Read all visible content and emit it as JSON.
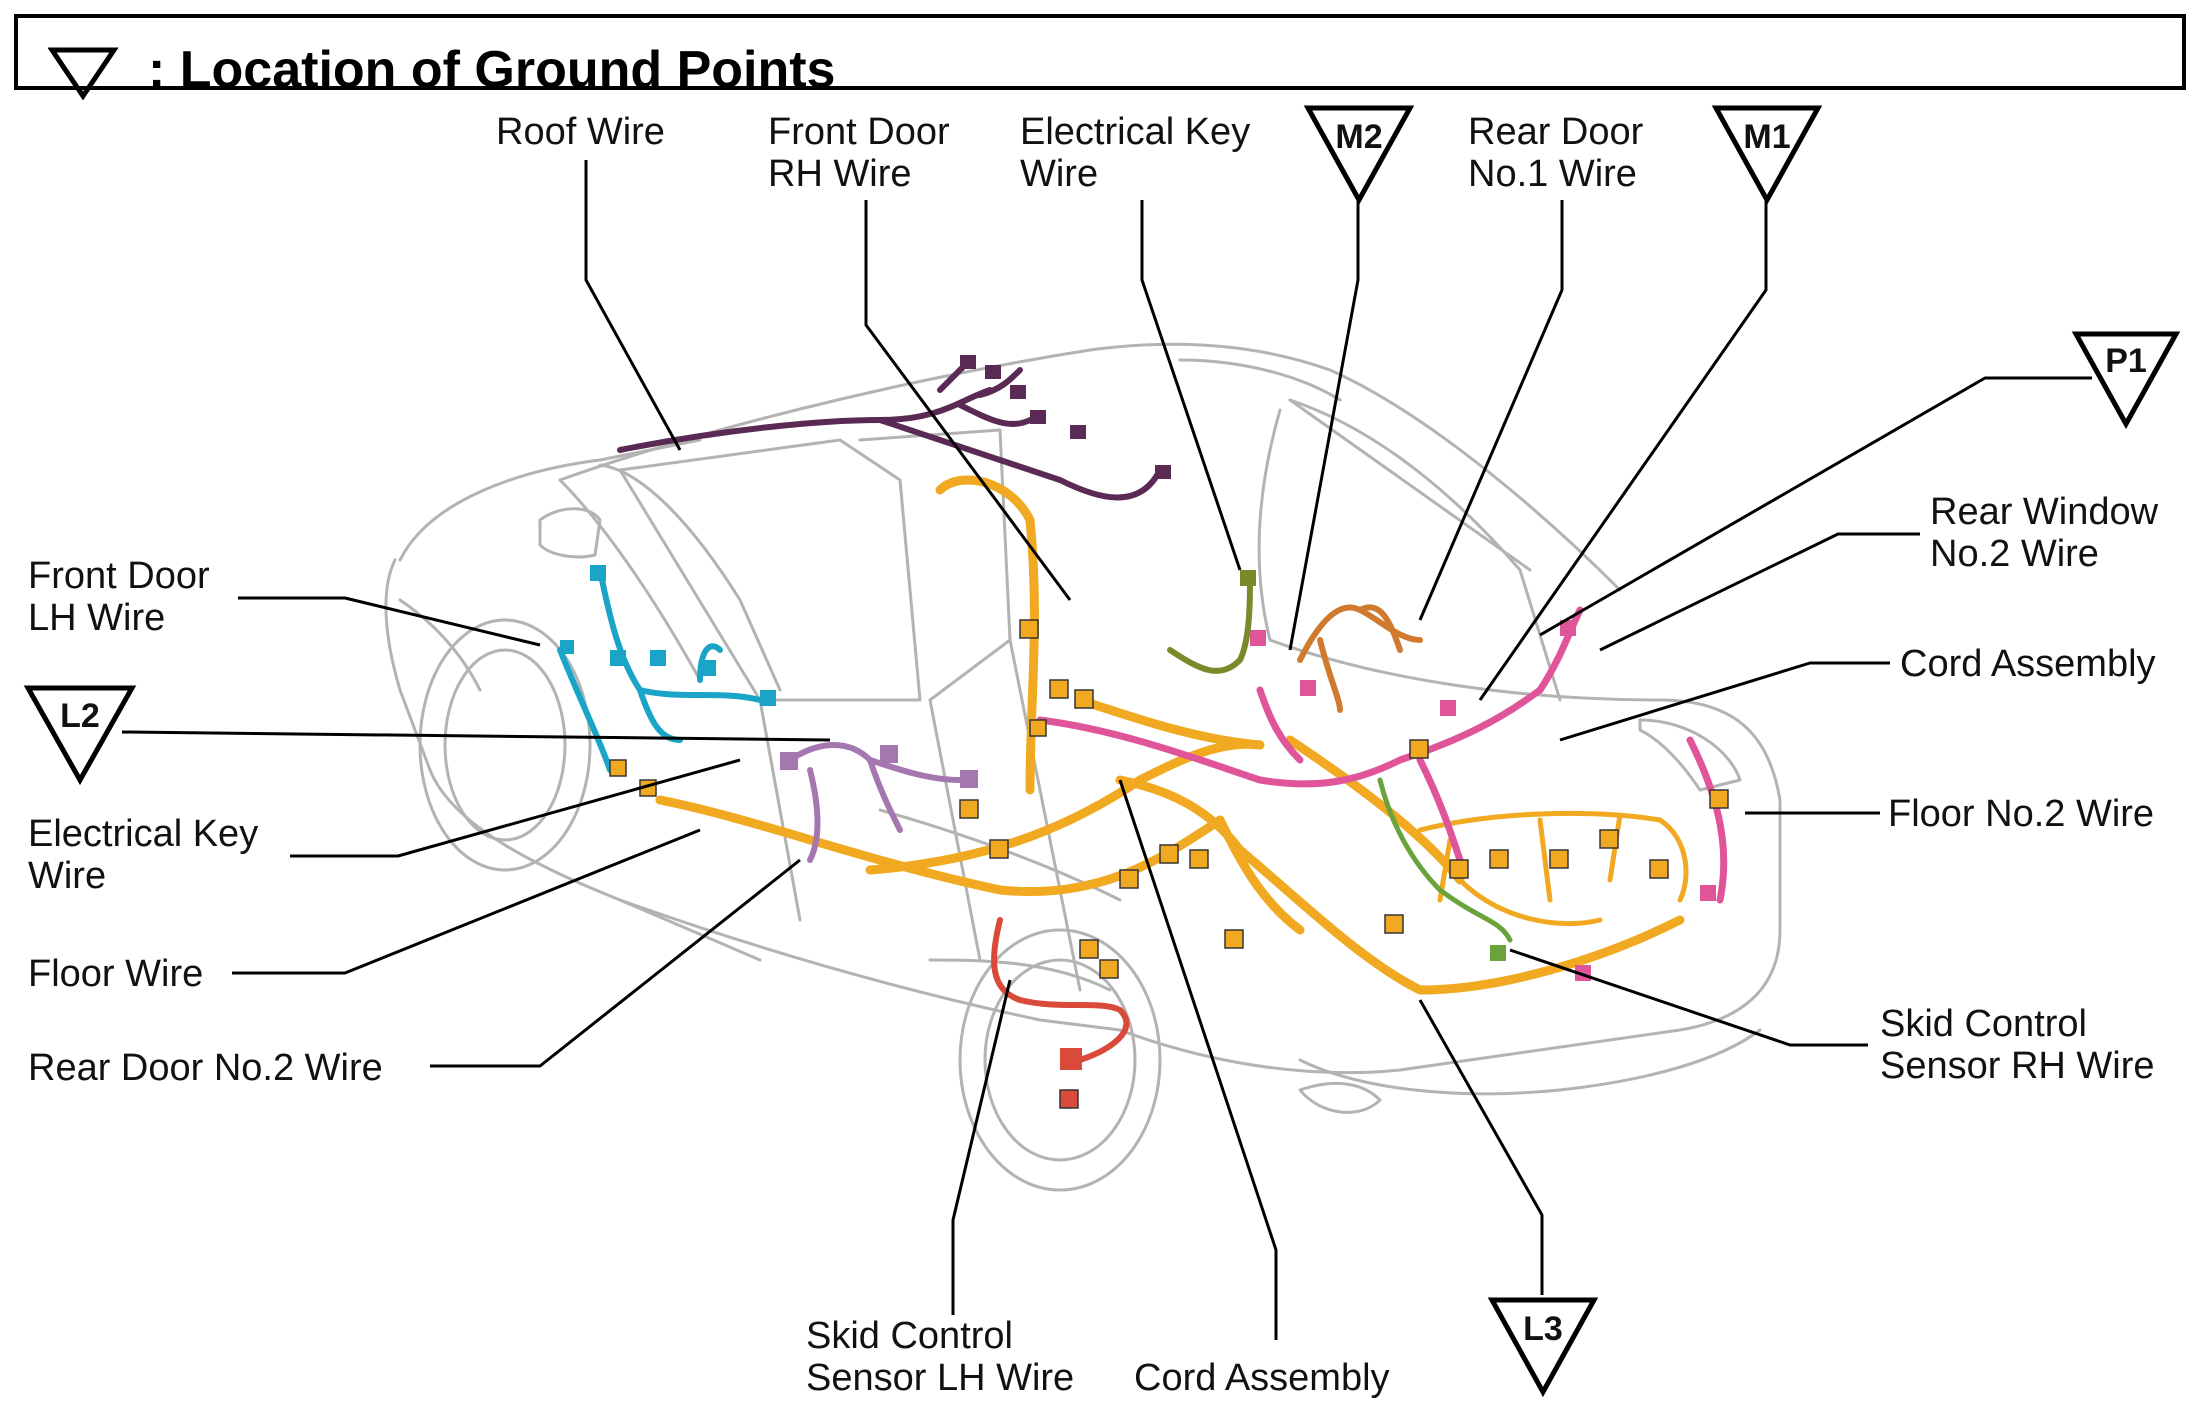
{
  "header": {
    "title": ": Location of Ground Points",
    "icon": "ground-point-triangle-icon"
  },
  "labels": {
    "roof_wire": "Roof Wire",
    "front_door_rh_1": "Front Door",
    "front_door_rh_2": "RH Wire",
    "electrical_key_top_1": "Electrical Key",
    "electrical_key_top_2": "Wire",
    "rear_door_no1_1": "Rear Door",
    "rear_door_no1_2": "No.1 Wire",
    "rear_window_1": "Rear Window",
    "rear_window_2": "No.2 Wire",
    "cord_assembly_right": "Cord Assembly",
    "floor_no2_wire": "Floor No.2 Wire",
    "skid_rh_1": "Skid Control",
    "skid_rh_2": "Sensor RH Wire",
    "front_door_lh_1": "Front Door",
    "front_door_lh_2": "LH Wire",
    "electrical_key_left_1": "Electrical Key",
    "electrical_key_left_2": "Wire",
    "floor_wire": "Floor Wire",
    "rear_door_no2_wire": "Rear Door No.2 Wire",
    "skid_lh_1": "Skid Control",
    "skid_lh_2": "Sensor LH Wire",
    "cord_assembly_bottom": "Cord Assembly"
  },
  "ground_points": {
    "m2": "M2",
    "m1": "M1",
    "p1": "P1",
    "l2": "L2",
    "l3": "L3"
  },
  "colors": {
    "outline": "#b8b8b8",
    "leader": "#000000",
    "floor_wire": "#f0a920",
    "roof_wire": "#5a2a55",
    "front_door_lh": "#1aa5c8",
    "rear_door_no2": "#a577b0",
    "rear_door_no1": "#d07a30",
    "floor_no2": "#e0559a",
    "skid_lh": "#d94a3a",
    "skid_rh": "#8ab13a",
    "electrical_key": "#7a8a2a"
  }
}
